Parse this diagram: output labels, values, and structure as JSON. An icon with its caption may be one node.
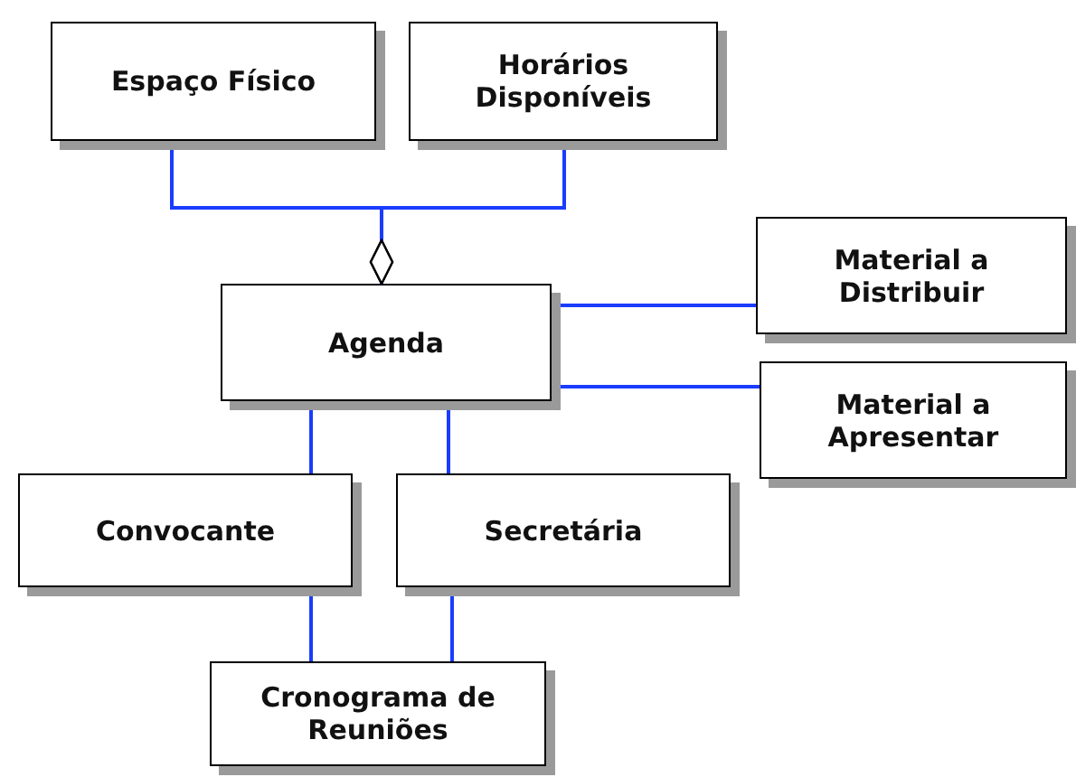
{
  "diagram": {
    "nodes": [
      {
        "text": [
          "Espaço Físico"
        ]
      },
      {
        "text": [
          "Horários Disponíveis"
        ]
      },
      {
        "text": [
          "Agenda"
        ]
      },
      {
        "text": [
          "Material a Distribuir"
        ]
      },
      {
        "text": [
          "Material a Apresentar"
        ]
      },
      {
        "text": [
          "Convocante"
        ]
      },
      {
        "text": [
          "Secretária"
        ]
      },
      {
        "text": [
          "Cronograma de Reuniões"
        ]
      }
    ],
    "edges": [
      {
        "from": 0,
        "to": 2,
        "arrow": "other"
      },
      {
        "from": 1,
        "to": 2,
        "arrow": "other"
      },
      {
        "from": 2,
        "to": 3,
        "arrow": "none"
      },
      {
        "from": 2,
        "to": 4,
        "arrow": "none"
      },
      {
        "from": 2,
        "to": 5,
        "arrow": "none"
      },
      {
        "from": 2,
        "to": 6,
        "arrow": "none"
      },
      {
        "from": 5,
        "to": 7,
        "arrow": "none"
      },
      {
        "from": 6,
        "to": 7,
        "arrow": "none"
      }
    ]
  }
}
